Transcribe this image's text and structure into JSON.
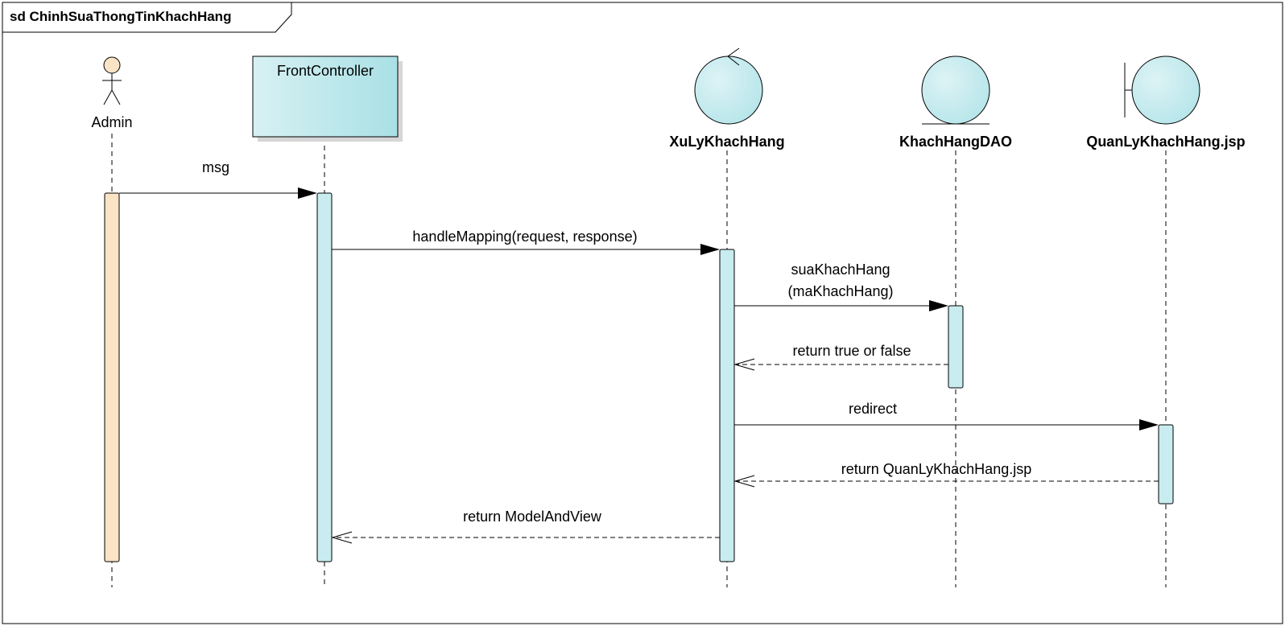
{
  "frame": {
    "title": "sd ChinhSuaThongTinKhachHang"
  },
  "colors": {
    "actor_fill": "#FBE3C5",
    "object_fill": "#C8ECEF",
    "object_fill_dark": "#A9E0E5",
    "line": "#000000",
    "shadow": "#CCCCCC"
  },
  "lifelines": [
    {
      "id": "admin",
      "name": "Admin",
      "kind": "actor"
    },
    {
      "id": "front",
      "name": "FrontController",
      "kind": "class-box"
    },
    {
      "id": "xuly",
      "name": "XuLyKhachHang",
      "kind": "control-icon"
    },
    {
      "id": "dao",
      "name": "KhachHangDAO",
      "kind": "entity-icon"
    },
    {
      "id": "jsp",
      "name": "QuanLyKhachHang.jsp",
      "kind": "boundary-icon"
    }
  ],
  "messages": [
    {
      "id": "m1",
      "label": "msg",
      "type": "sync"
    },
    {
      "id": "m2",
      "label": "handleMapping(request, response)",
      "type": "sync"
    },
    {
      "id": "m3",
      "label_line1": "suaKhachHang",
      "label_line2": "(maKhachHang)",
      "type": "sync"
    },
    {
      "id": "m4",
      "label": "return true or false",
      "type": "return"
    },
    {
      "id": "m5",
      "label": "redirect",
      "type": "sync"
    },
    {
      "id": "m6",
      "label": "return QuanLyKhachHang.jsp",
      "type": "return"
    },
    {
      "id": "m7",
      "label": "return ModelAndView",
      "type": "return"
    }
  ]
}
